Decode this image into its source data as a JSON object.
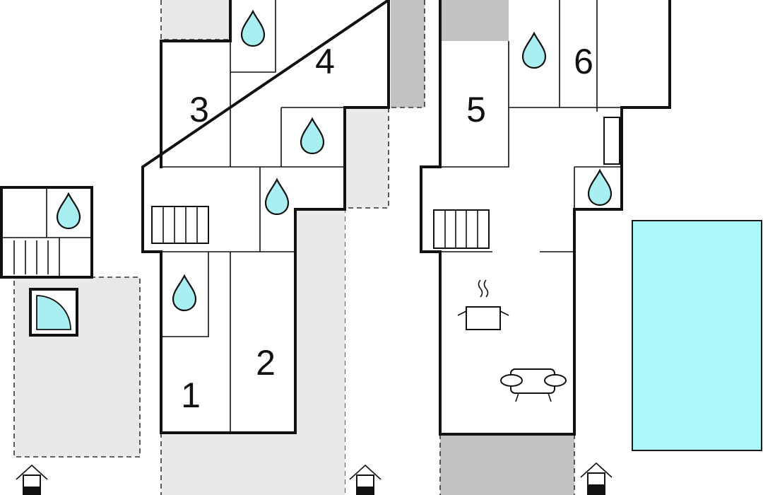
{
  "colors": {
    "wall": "#111111",
    "terrace": "#e9e9ec",
    "covered_area": "#c2c2c4",
    "water_drop": "#a9eef0",
    "pool": "#adf8fb"
  },
  "rooms": [
    {
      "id": "room-1",
      "label": "1"
    },
    {
      "id": "room-2",
      "label": "2"
    },
    {
      "id": "room-3",
      "label": "3"
    },
    {
      "id": "room-4",
      "label": "4"
    },
    {
      "id": "room-5",
      "label": "5"
    },
    {
      "id": "room-6",
      "label": "6"
    }
  ],
  "icons": {
    "bathroom": "water-drop-icon",
    "stairs": "staircase-icon",
    "shower": "shower-icon",
    "kitchen": "cooking-pot-icon",
    "living": "sofa-icon",
    "entrance": "entrance-house-icon",
    "pool": "swimming-pool-icon"
  }
}
